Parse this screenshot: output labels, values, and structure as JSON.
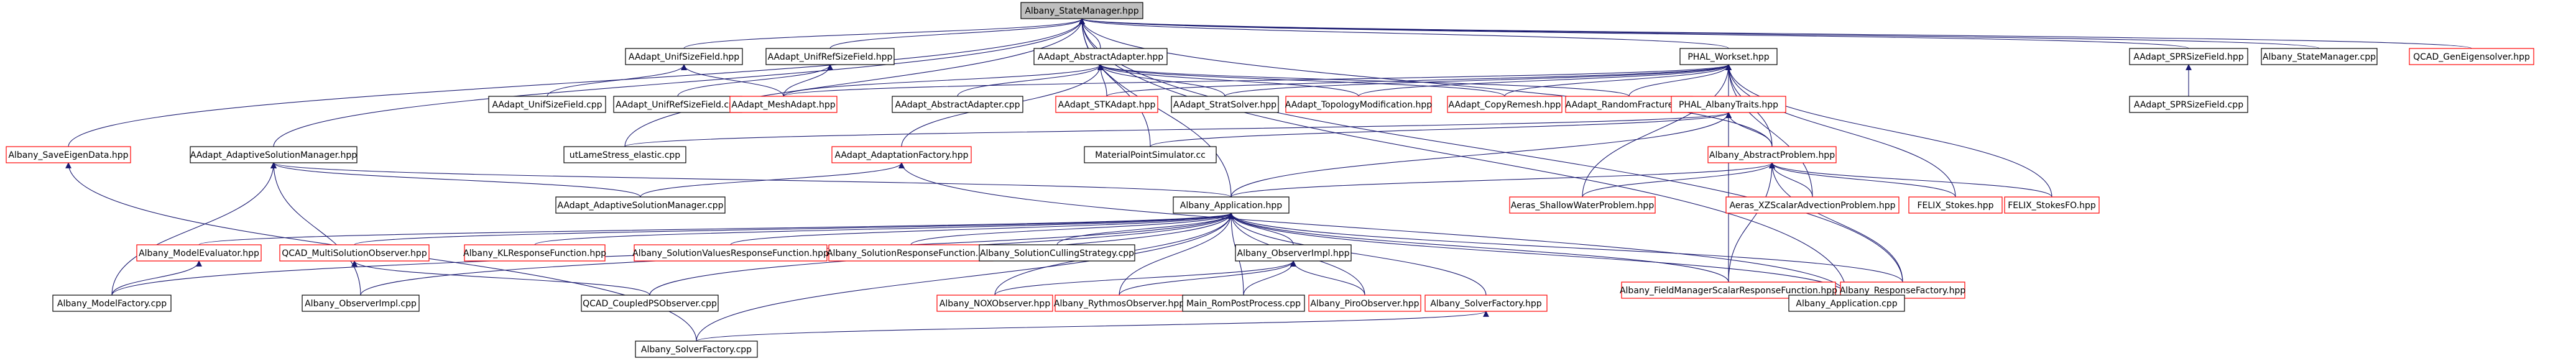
{
  "nodes": [
    {
      "id": "state_manager_hpp",
      "label": "Albany_StateManager.hpp",
      "current": true
    },
    {
      "id": "unif_size_field_hpp",
      "label": "AAdapt_UnifSizeField.hpp"
    },
    {
      "id": "unif_ref_size_field_hpp",
      "label": "AAdapt_UnifRefSizeField.hpp"
    },
    {
      "id": "abstract_adapter_hpp",
      "label": "AAdapt_AbstractAdapter.hpp"
    },
    {
      "id": "phal_workset_hpp",
      "label": "PHAL_Workset.hpp"
    },
    {
      "id": "spr_size_field_hpp",
      "label": "AAdapt_SPRSizeField.hpp"
    },
    {
      "id": "state_manager_cpp",
      "label": "Albany_StateManager.cpp"
    },
    {
      "id": "qcad_gen_eigensolver_hpp",
      "label": "QCAD_GenEigensolver.hpp",
      "red": true
    },
    {
      "id": "unif_size_field_cpp",
      "label": "AAdapt_UnifSizeField.cpp"
    },
    {
      "id": "unif_ref_size_field_cpp",
      "label": "AAdapt_UnifRefSizeField.cpp"
    },
    {
      "id": "mesh_adapt_hpp",
      "label": "AAdapt_MeshAdapt.hpp",
      "red": true
    },
    {
      "id": "abstract_adapter_cpp",
      "label": "AAdapt_AbstractAdapter.cpp"
    },
    {
      "id": "stk_adapt_hpp",
      "label": "AAdapt_STKAdapt.hpp",
      "red": true
    },
    {
      "id": "strat_solver_hpp",
      "label": "AAdapt_StratSolver.hpp"
    },
    {
      "id": "topology_modification_hpp",
      "label": "AAdapt_TopologyModification.hpp",
      "red": true
    },
    {
      "id": "copy_remesh_hpp",
      "label": "AAdapt_CopyRemesh.hpp",
      "red": true
    },
    {
      "id": "random_fracture_hpp",
      "label": "AAdapt_RandomFracture.hpp",
      "red": true
    },
    {
      "id": "phal_albany_traits_hpp",
      "label": "PHAL_AlbanyTraits.hpp",
      "red": true
    },
    {
      "id": "spr_size_field_cpp",
      "label": "AAdapt_SPRSizeField.cpp"
    },
    {
      "id": "save_eigen_data_hpp",
      "label": "Albany_SaveEigenData.hpp",
      "red": true
    },
    {
      "id": "adaptive_solution_manager_hpp",
      "label": "AAdapt_AdaptiveSolutionManager.hpp"
    },
    {
      "id": "ut_lamestress_elastic_cpp",
      "label": "utLameStress_elastic.cpp"
    },
    {
      "id": "adaptation_factory_hpp",
      "label": "AAdapt_AdaptationFactory.hpp",
      "red": true
    },
    {
      "id": "material_point_simulator_cc",
      "label": "MaterialPointSimulator.cc"
    },
    {
      "id": "abstract_problem_hpp",
      "label": "Albany_AbstractProblem.hpp",
      "red": true
    },
    {
      "id": "adaptive_solution_manager_cpp",
      "label": "AAdapt_AdaptiveSolutionManager.cpp"
    },
    {
      "id": "application_hpp",
      "label": "Albany_Application.hpp"
    },
    {
      "id": "aeras_shallow_water_problem_hpp",
      "label": "Aeras_ShallowWaterProblem.hpp",
      "red": true
    },
    {
      "id": "aeras_xz_scalar_advection_problem_hpp",
      "label": "Aeras_XZScalarAdvectionProblem.hpp",
      "red": true
    },
    {
      "id": "felix_stokes_hpp",
      "label": "FELIX_Stokes.hpp",
      "red": true
    },
    {
      "id": "felix_stokes_fo_hpp",
      "label": "FELIX_StokesFO.hpp",
      "red": true
    },
    {
      "id": "model_evaluator_hpp",
      "label": "Albany_ModelEvaluator.hpp",
      "red": true
    },
    {
      "id": "qcad_multi_solution_observer_hpp",
      "label": "QCAD_MultiSolutionObserver.hpp",
      "red": true
    },
    {
      "id": "kl_response_function_hpp",
      "label": "Albany_KLResponseFunction.hpp",
      "red": true
    },
    {
      "id": "solution_values_response_function_hpp",
      "label": "Albany_SolutionValuesResponseFunction.hpp",
      "red": true
    },
    {
      "id": "solution_response_function_hpp",
      "label": "Albany_SolutionResponseFunction.hpp",
      "red": true
    },
    {
      "id": "solution_culling_strategy_cpp",
      "label": "Albany_SolutionCullingStrategy.cpp"
    },
    {
      "id": "observer_impl_hpp",
      "label": "Albany_ObserverImpl.hpp"
    },
    {
      "id": "field_manager_scalar_response_function_hpp",
      "label": "Albany_FieldManagerScalarResponseFunction.hpp",
      "red": true
    },
    {
      "id": "response_factory_hpp",
      "label": "Albany_ResponseFactory.hpp",
      "red": true
    },
    {
      "id": "model_factory_cpp",
      "label": "Albany_ModelFactory.cpp"
    },
    {
      "id": "observer_impl_cpp",
      "label": "Albany_ObserverImpl.cpp"
    },
    {
      "id": "qcad_coupled_ps_observer_cpp",
      "label": "QCAD_CoupledPSObserver.cpp"
    },
    {
      "id": "nox_observer_hpp",
      "label": "Albany_NOXObserver.hpp",
      "red": true
    },
    {
      "id": "rythmos_observer_hpp",
      "label": "Albany_RythmosObserver.hpp",
      "red": true
    },
    {
      "id": "main_rom_post_process_cpp",
      "label": "Main_RomPostProcess.cpp"
    },
    {
      "id": "piro_observer_hpp",
      "label": "Albany_PiroObserver.hpp",
      "red": true
    },
    {
      "id": "solver_factory_hpp",
      "label": "Albany_SolverFactory.hpp",
      "red": true
    },
    {
      "id": "application_cpp",
      "label": "Albany_Application.cpp"
    },
    {
      "id": "solver_factory_cpp",
      "label": "Albany_SolverFactory.cpp"
    }
  ],
  "edges": [
    [
      "state_manager_hpp",
      "unif_size_field_hpp"
    ],
    [
      "state_manager_hpp",
      "unif_ref_size_field_hpp"
    ],
    [
      "state_manager_hpp",
      "abstract_adapter_hpp"
    ],
    [
      "state_manager_hpp",
      "phal_workset_hpp"
    ],
    [
      "state_manager_hpp",
      "spr_size_field_hpp"
    ],
    [
      "state_manager_hpp",
      "state_manager_cpp"
    ],
    [
      "state_manager_hpp",
      "qcad_gen_eigensolver_hpp"
    ],
    [
      "state_manager_hpp",
      "save_eigen_data_hpp"
    ],
    [
      "state_manager_hpp",
      "adaptive_solution_manager_hpp"
    ],
    [
      "state_manager_hpp",
      "ut_lamestress_elastic_cpp"
    ],
    [
      "state_manager_hpp",
      "material_point_simulator_cc"
    ],
    [
      "state_manager_hpp",
      "application_hpp"
    ],
    [
      "state_manager_hpp",
      "abstract_problem_hpp"
    ],
    [
      "state_manager_hpp",
      "response_factory_hpp"
    ],
    [
      "state_manager_hpp",
      "application_cpp"
    ],
    [
      "unif_size_field_hpp",
      "unif_size_field_cpp"
    ],
    [
      "unif_size_field_hpp",
      "mesh_adapt_hpp"
    ],
    [
      "unif_ref_size_field_hpp",
      "unif_ref_size_field_cpp"
    ],
    [
      "unif_ref_size_field_hpp",
      "mesh_adapt_hpp"
    ],
    [
      "abstract_adapter_hpp",
      "mesh_adapt_hpp"
    ],
    [
      "abstract_adapter_hpp",
      "abstract_adapter_cpp"
    ],
    [
      "abstract_adapter_hpp",
      "stk_adapt_hpp"
    ],
    [
      "abstract_adapter_hpp",
      "strat_solver_hpp"
    ],
    [
      "abstract_adapter_hpp",
      "topology_modification_hpp"
    ],
    [
      "abstract_adapter_hpp",
      "copy_remesh_hpp"
    ],
    [
      "abstract_adapter_hpp",
      "random_fracture_hpp"
    ],
    [
      "abstract_adapter_hpp",
      "adaptation_factory_hpp"
    ],
    [
      "phal_workset_hpp",
      "mesh_adapt_hpp"
    ],
    [
      "phal_workset_hpp",
      "stk_adapt_hpp"
    ],
    [
      "phal_workset_hpp",
      "strat_solver_hpp"
    ],
    [
      "phal_workset_hpp",
      "topology_modification_hpp"
    ],
    [
      "phal_workset_hpp",
      "copy_remesh_hpp"
    ],
    [
      "phal_workset_hpp",
      "random_fracture_hpp"
    ],
    [
      "phal_workset_hpp",
      "phal_albany_traits_hpp"
    ],
    [
      "phal_workset_hpp",
      "abstract_problem_hpp"
    ],
    [
      "phal_workset_hpp",
      "aeras_shallow_water_problem_hpp"
    ],
    [
      "phal_workset_hpp",
      "aeras_xz_scalar_advection_problem_hpp"
    ],
    [
      "phal_workset_hpp",
      "felix_stokes_hpp"
    ],
    [
      "phal_workset_hpp",
      "felix_stokes_fo_hpp"
    ],
    [
      "spr_size_field_hpp",
      "spr_size_field_cpp"
    ],
    [
      "phal_albany_traits_hpp",
      "abstract_problem_hpp"
    ],
    [
      "phal_albany_traits_hpp",
      "application_hpp"
    ],
    [
      "phal_albany_traits_hpp",
      "field_manager_scalar_response_function_hpp"
    ],
    [
      "phal_albany_traits_hpp",
      "ut_lamestress_elastic_cpp"
    ],
    [
      "phal_albany_traits_hpp",
      "material_point_simulator_cc"
    ],
    [
      "save_eigen_data_hpp",
      "solver_factory_cpp"
    ],
    [
      "adaptive_solution_manager_hpp",
      "adaptive_solution_manager_cpp"
    ],
    [
      "adaptive_solution_manager_hpp",
      "application_hpp"
    ],
    [
      "adaptive_solution_manager_hpp",
      "model_factory_cpp"
    ],
    [
      "adaptive_solution_manager_hpp",
      "observer_impl_cpp"
    ],
    [
      "adaptation_factory_hpp",
      "adaptive_solution_manager_cpp"
    ],
    [
      "adaptation_factory_hpp",
      "application_cpp"
    ],
    [
      "abstract_problem_hpp",
      "application_hpp"
    ],
    [
      "abstract_problem_hpp",
      "aeras_shallow_water_problem_hpp"
    ],
    [
      "abstract_problem_hpp",
      "aeras_xz_scalar_advection_problem_hpp"
    ],
    [
      "abstract_problem_hpp",
      "felix_stokes_hpp"
    ],
    [
      "abstract_problem_hpp",
      "felix_stokes_fo_hpp"
    ],
    [
      "abstract_problem_hpp",
      "field_manager_scalar_response_function_hpp"
    ],
    [
      "abstract_problem_hpp",
      "response_factory_hpp"
    ],
    [
      "application_hpp",
      "model_evaluator_hpp"
    ],
    [
      "application_hpp",
      "qcad_multi_solution_observer_hpp"
    ],
    [
      "application_hpp",
      "kl_response_function_hpp"
    ],
    [
      "application_hpp",
      "solution_values_response_function_hpp"
    ],
    [
      "application_hpp",
      "solution_response_function_hpp"
    ],
    [
      "application_hpp",
      "solution_culling_strategy_cpp"
    ],
    [
      "application_hpp",
      "observer_impl_hpp"
    ],
    [
      "application_hpp",
      "field_manager_scalar_response_function_hpp"
    ],
    [
      "application_hpp",
      "response_factory_hpp"
    ],
    [
      "application_hpp",
      "model_factory_cpp"
    ],
    [
      "application_hpp",
      "observer_impl_cpp"
    ],
    [
      "application_hpp",
      "qcad_coupled_ps_observer_cpp"
    ],
    [
      "application_hpp",
      "nox_observer_hpp"
    ],
    [
      "application_hpp",
      "rythmos_observer_hpp"
    ],
    [
      "application_hpp",
      "main_rom_post_process_cpp"
    ],
    [
      "application_hpp",
      "piro_observer_hpp"
    ],
    [
      "application_hpp",
      "solver_factory_hpp"
    ],
    [
      "application_hpp",
      "application_cpp"
    ],
    [
      "application_hpp",
      "solver_factory_cpp"
    ],
    [
      "model_evaluator_hpp",
      "model_factory_cpp"
    ],
    [
      "qcad_multi_solution_observer_hpp",
      "qcad_coupled_ps_observer_cpp"
    ],
    [
      "observer_impl_hpp",
      "nox_observer_hpp"
    ],
    [
      "observer_impl_hpp",
      "rythmos_observer_hpp"
    ],
    [
      "observer_impl_hpp",
      "main_rom_post_process_cpp"
    ],
    [
      "observer_impl_hpp",
      "piro_observer_hpp"
    ],
    [
      "response_factory_hpp",
      "application_cpp"
    ],
    [
      "solver_factory_hpp",
      "solver_factory_cpp"
    ]
  ]
}
